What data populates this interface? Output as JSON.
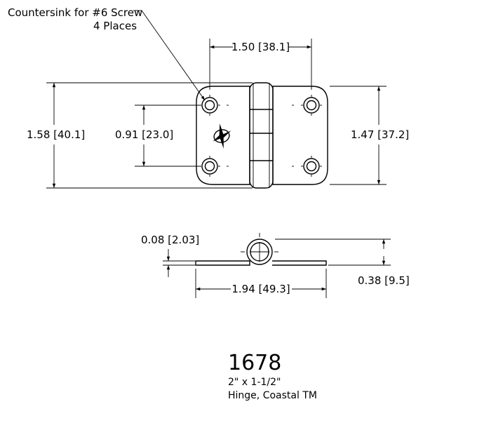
{
  "callout": {
    "line1": "Countersink for #6 Screw",
    "line2": "4 Places"
  },
  "dimensions": {
    "hole_spacing": "1.50 [38.1]",
    "overall_height": "1.58 [40.1]",
    "hole_vertical": "0.91 [23.0]",
    "leaf_height": "1.47 [37.2]",
    "thickness": "0.08 [2.03]",
    "knuckle_height": "0.38 [9.5]",
    "open_width": "1.94 [49.3]"
  },
  "title_block": {
    "part_number": "1678",
    "size": "2\" x 1-1/2\"",
    "description": "Hinge, Coastal TM"
  },
  "colors": {
    "line": "#000000",
    "background": "#ffffff"
  }
}
